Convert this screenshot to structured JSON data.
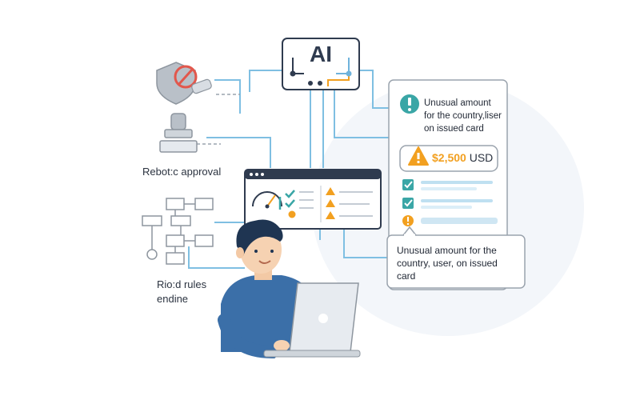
{
  "ai_box": {
    "label": "AI"
  },
  "left_labels": {
    "robotic_approval": "Rebot:c approval",
    "rules_line1": "Rio:d rules",
    "rules_line2": "endine"
  },
  "alert_card": {
    "lines": [
      "Unusual amount",
      "for the country,liser",
      "on issued card"
    ],
    "amount": "$2,500",
    "currency": "USD"
  },
  "callout": {
    "lines": [
      "Unusual amount for the",
      "country, user, on issued",
      "card"
    ]
  },
  "colors": {
    "navy": "#2f3b4f",
    "accent_blue": "#6fb3dc",
    "teal": "#3aa6a6",
    "warning_orange": "#f2a020",
    "shirt_blue": "#3b6fa8",
    "icon_gray": "#9aa3ad"
  }
}
